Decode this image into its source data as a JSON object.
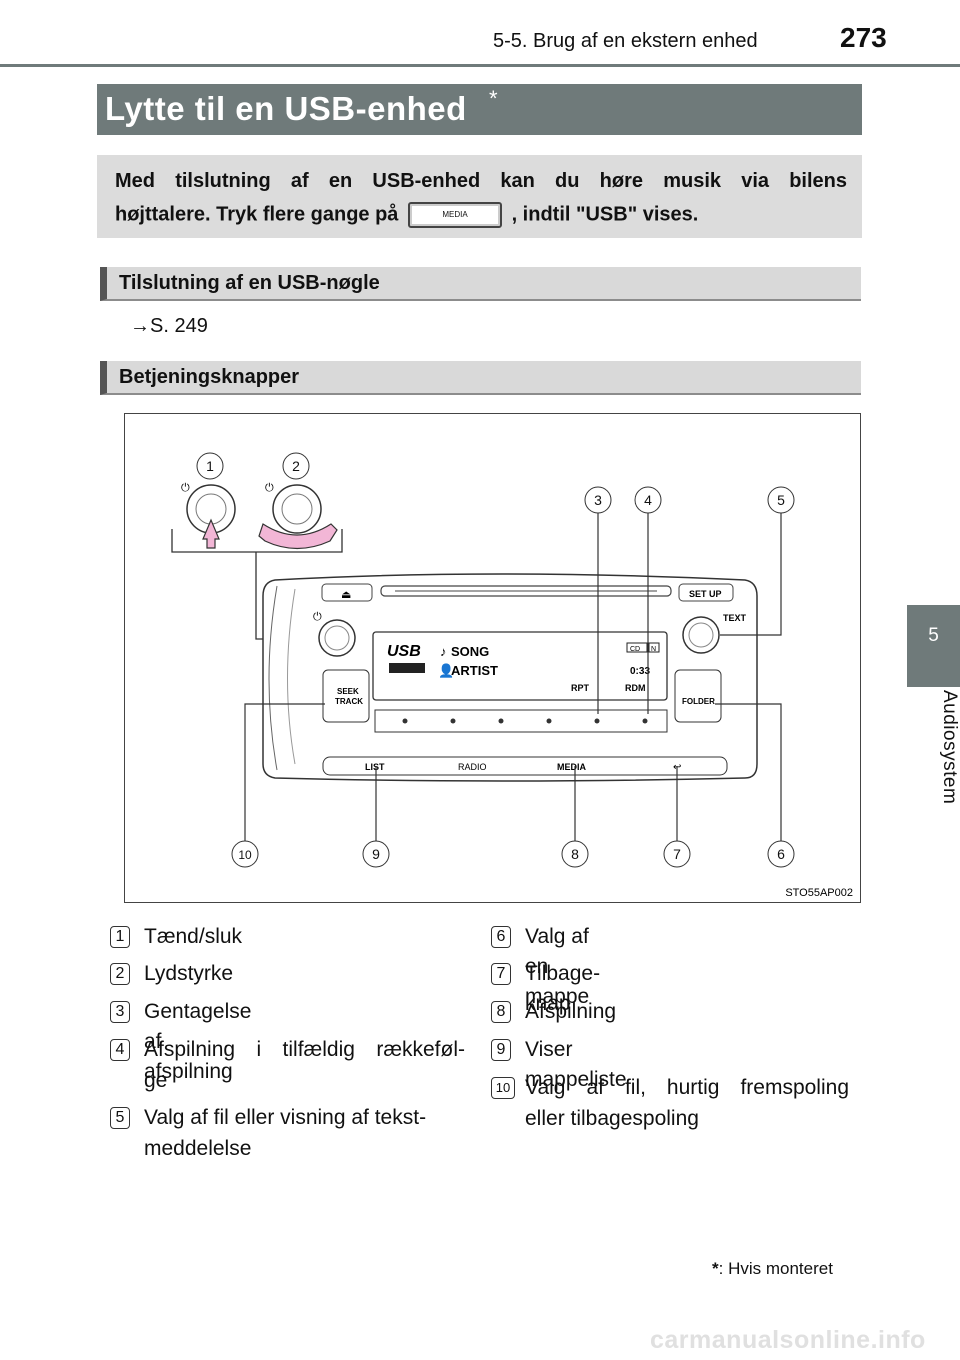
{
  "header": {
    "chapter": "5-5. Brug af en ekstern enhed",
    "page_number": "273"
  },
  "side_tab": {
    "number": "5",
    "label": "Audiosystem"
  },
  "title": {
    "text": "Lytte til en USB-enhed",
    "star": "*"
  },
  "intro": {
    "line1": "Med tilslutning af en USB-enhed kan du høre musik via bilens",
    "line2_before": "højttalere. Tryk flere gange på",
    "media_button": "MEDIA",
    "line2_after": ", indtil \"USB\" vises."
  },
  "sections": {
    "usb_key": "Tilslutning af en USB-nøgle",
    "controls": "Betjeningsknapper"
  },
  "ref": {
    "arrow": "→",
    "text": "S. 249"
  },
  "figure": {
    "code": "STO55AP002",
    "display": {
      "mode": "USB",
      "song": "SONG",
      "artist": "ARTIST",
      "cd": "CD",
      "n": "N",
      "time": "0:33",
      "rpt": "RPT",
      "rdm": "RDM"
    },
    "buttons": {
      "setup": "SET UP",
      "text": "TEXT",
      "seek": "SEEK",
      "track": "TRACK",
      "folder": "FOLDER",
      "list": "LIST",
      "radio": "RADIO",
      "media": "MEDIA",
      "back": "↩",
      "eject": "⏏",
      "power": "⏻"
    },
    "callouts": [
      "1",
      "2",
      "3",
      "4",
      "5",
      "6",
      "7",
      "8",
      "9",
      "10"
    ]
  },
  "legend": {
    "left": [
      {
        "num": "1",
        "text": "Tænd/sluk"
      },
      {
        "num": "2",
        "text": "Lydstyrke"
      },
      {
        "num": "3",
        "text": "Gentagelse af afspilning"
      },
      {
        "num": "4",
        "text": "Afspilning i tilfældig rækkeføl-",
        "text2": "ge"
      },
      {
        "num": "5",
        "text": "Valg af fil eller visning af tekst-",
        "text2": "meddelelse"
      }
    ],
    "right": [
      {
        "num": "6",
        "text": "Valg af en mappe"
      },
      {
        "num": "7",
        "text": "Tilbage-knap"
      },
      {
        "num": "8",
        "text": "Afspilning"
      },
      {
        "num": "9",
        "text": "Viser mappeliste"
      },
      {
        "num": "10",
        "text": "Valg af fil, hurtig fremspoling",
        "text2": "eller tilbagespoling"
      }
    ]
  },
  "footnote": {
    "star": "*",
    "text": ": Hvis monteret"
  },
  "watermark": "carmanualsonline.info",
  "colors": {
    "title_bar": "#6f7a7a",
    "section_bar": "#d9d9d9",
    "side_tab": "#6f7a7a",
    "callout_pink": "#f2b6d6"
  }
}
